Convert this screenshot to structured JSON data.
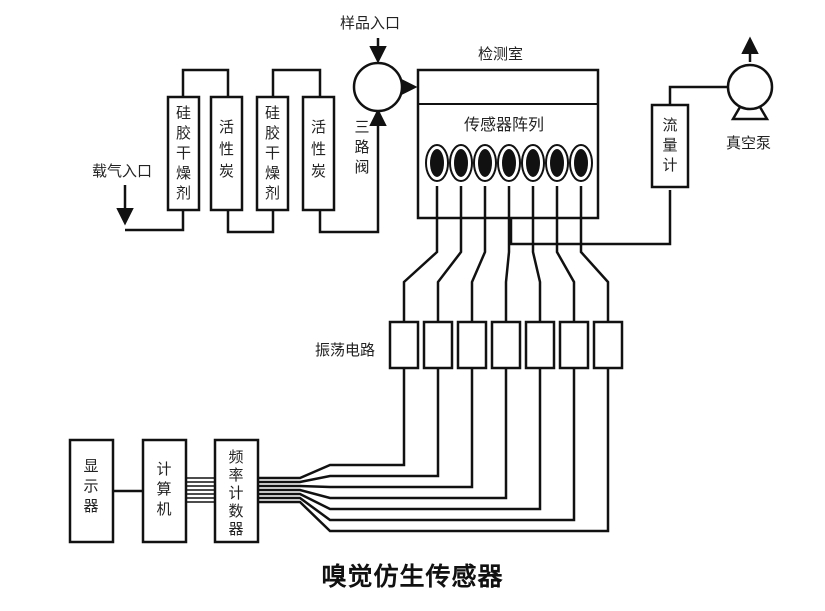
{
  "title": "嗅觉仿生传感器",
  "labels": {
    "sample_inlet": "样品入口",
    "carrier_inlet": "载气入口",
    "detection_chamber": "检测室",
    "sensor_array": "传感器阵列",
    "three_way_valve": "三路阀",
    "flow_meter": "流量计",
    "vacuum_pump": "真空泵",
    "oscillator_circuit": "振荡电路",
    "display": "显示器",
    "computer": "计算机",
    "frequency_counter": "频率计数器"
  },
  "filters": [
    {
      "label": "硅胶干燥剂"
    },
    {
      "label": "活性炭"
    },
    {
      "label": "硅胶干燥剂"
    },
    {
      "label": "活性炭"
    }
  ],
  "sensor_count": 7
}
